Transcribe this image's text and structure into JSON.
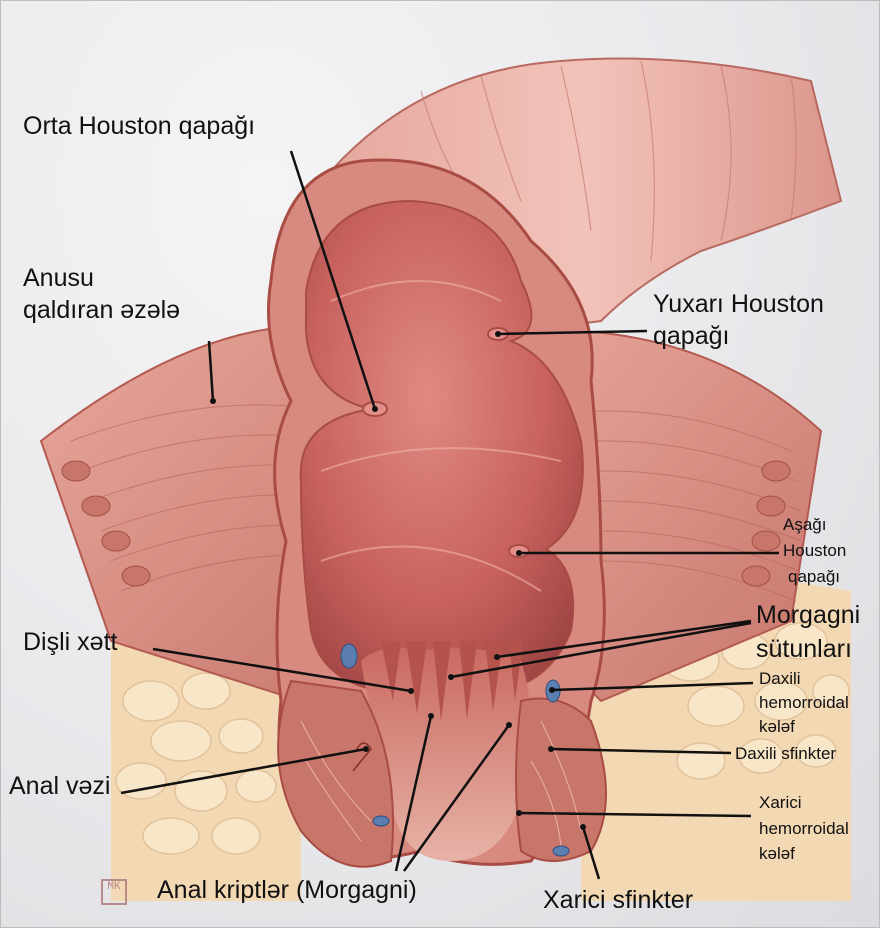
{
  "labels": {
    "orta_houston": "Orta Houston qapağı",
    "anusu_1": "Anusu",
    "anusu_2": "qaldıran əzələ",
    "yuxari_1": "Yuxarı Houston",
    "yuxari_2": "qapağı",
    "asagi_1": "Aşağı",
    "asagi_2": "Houston",
    "asagi_3": "qapağı",
    "morgagni_1": "Morgagni",
    "morgagni_2": "sütunları",
    "disli_xett": "Dişli xətt",
    "daxili_hem_1": "Daxili",
    "daxili_hem_2": "hemorroidal",
    "daxili_hem_3": "kələf",
    "daxili_sfinkter": "Daxili sfinkter",
    "anal_vezi": "Anal vəzi",
    "xarici_hem_1": "Xarici",
    "xarici_hem_2": "hemorroidal",
    "xarici_hem_3": "kələf",
    "anal_kriptler": "Anal kriptlər (Morgagni)",
    "xarici_sfinkter": "Xarici sfinkter"
  },
  "watermark": "MK",
  "colors": {
    "background": "#e9e9ec",
    "muscle": "#d98a80",
    "muscle_dark": "#b45a50",
    "mucosa": "#c8625e",
    "mucosa_light": "#e4908a",
    "fat": "#f2d9b4",
    "fat_cell": "#f8e6c8",
    "vessel": "#5a7fb0",
    "leader": "#111111"
  }
}
